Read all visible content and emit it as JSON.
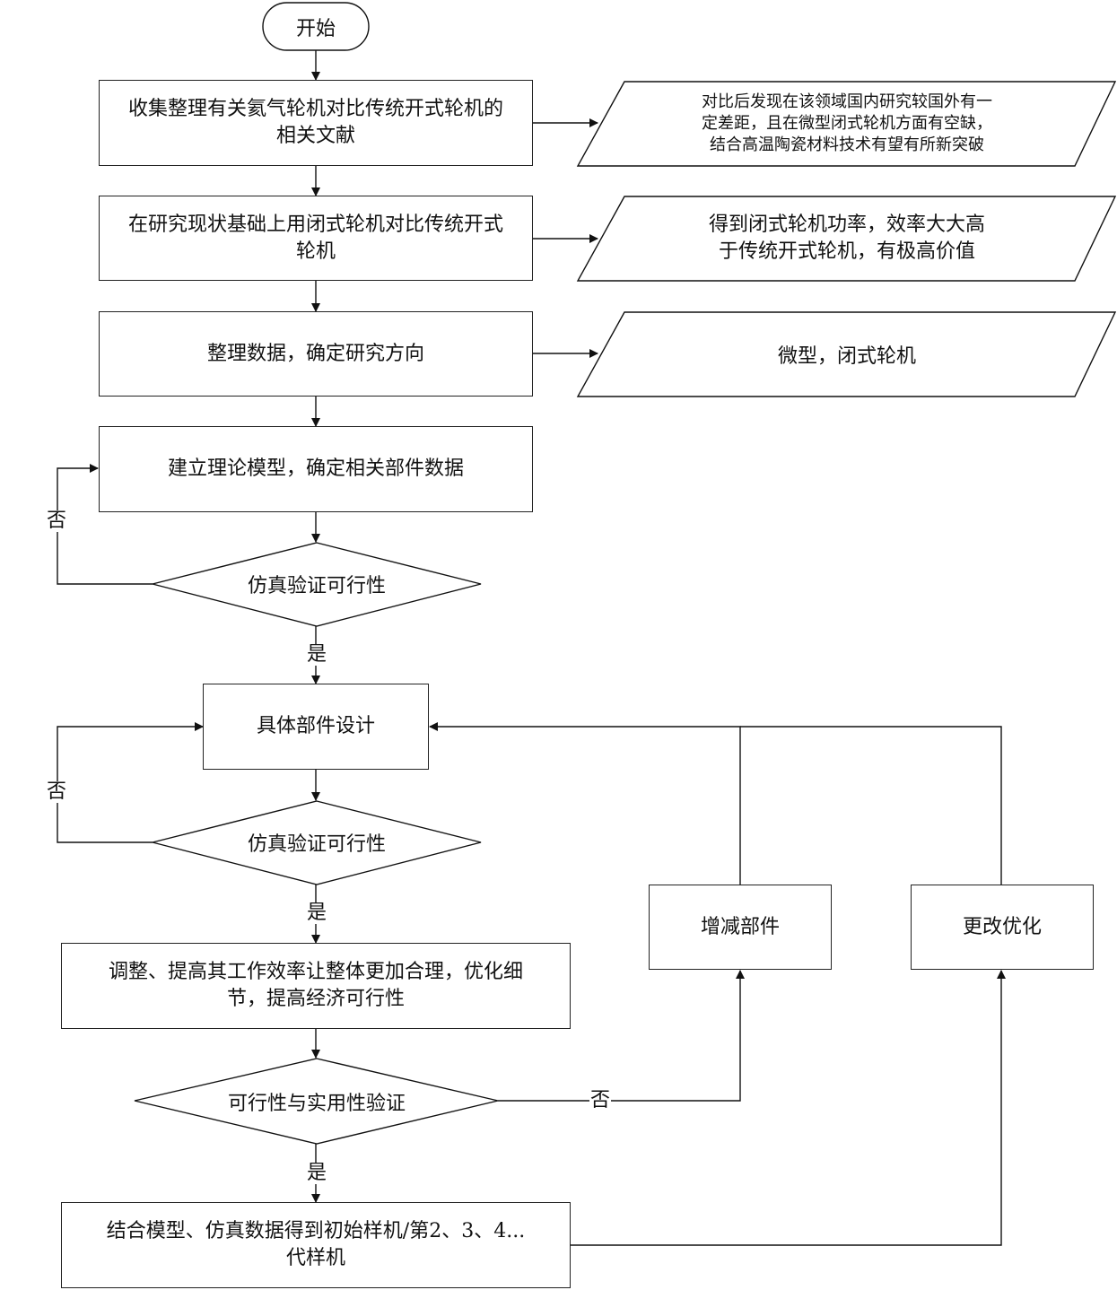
{
  "flowchart": {
    "start": "开始",
    "step_collect": "收集整理有关氦气轮机对比传统开式轮机的\n相关文献",
    "output_collect": "对比后发现在该领域国内研究较国外有一\n定差距，且在微型闭式轮机方面有空缺，\n结合高温陶瓷材料技术有望有所新突破",
    "step_compare": "在研究现状基础上用闭式轮机对比传统开式\n轮机",
    "output_compare": "得到闭式轮机功率，效率大大高\n于传统开式轮机，有极高价值",
    "step_organize": "整理数据，确定研究方向",
    "output_organize": "微型，闭式轮机",
    "step_model": "建立理论模型，确定相关部件数据",
    "decision_sim1": "仿真验证可行性",
    "step_design": "具体部件设计",
    "decision_sim2": "仿真验证可行性",
    "step_adjust": "调整、提高其工作效率让整体更加合理，优化细\n节，提高经济可行性",
    "decision_practical": "可行性与实用性验证",
    "step_prototype": "结合模型、仿真数据得到初始样机/第2、3、4...\n代样机",
    "step_add_remove": "增减部件",
    "step_modify": "更改优化",
    "label_yes": "是",
    "label_no": "否"
  }
}
